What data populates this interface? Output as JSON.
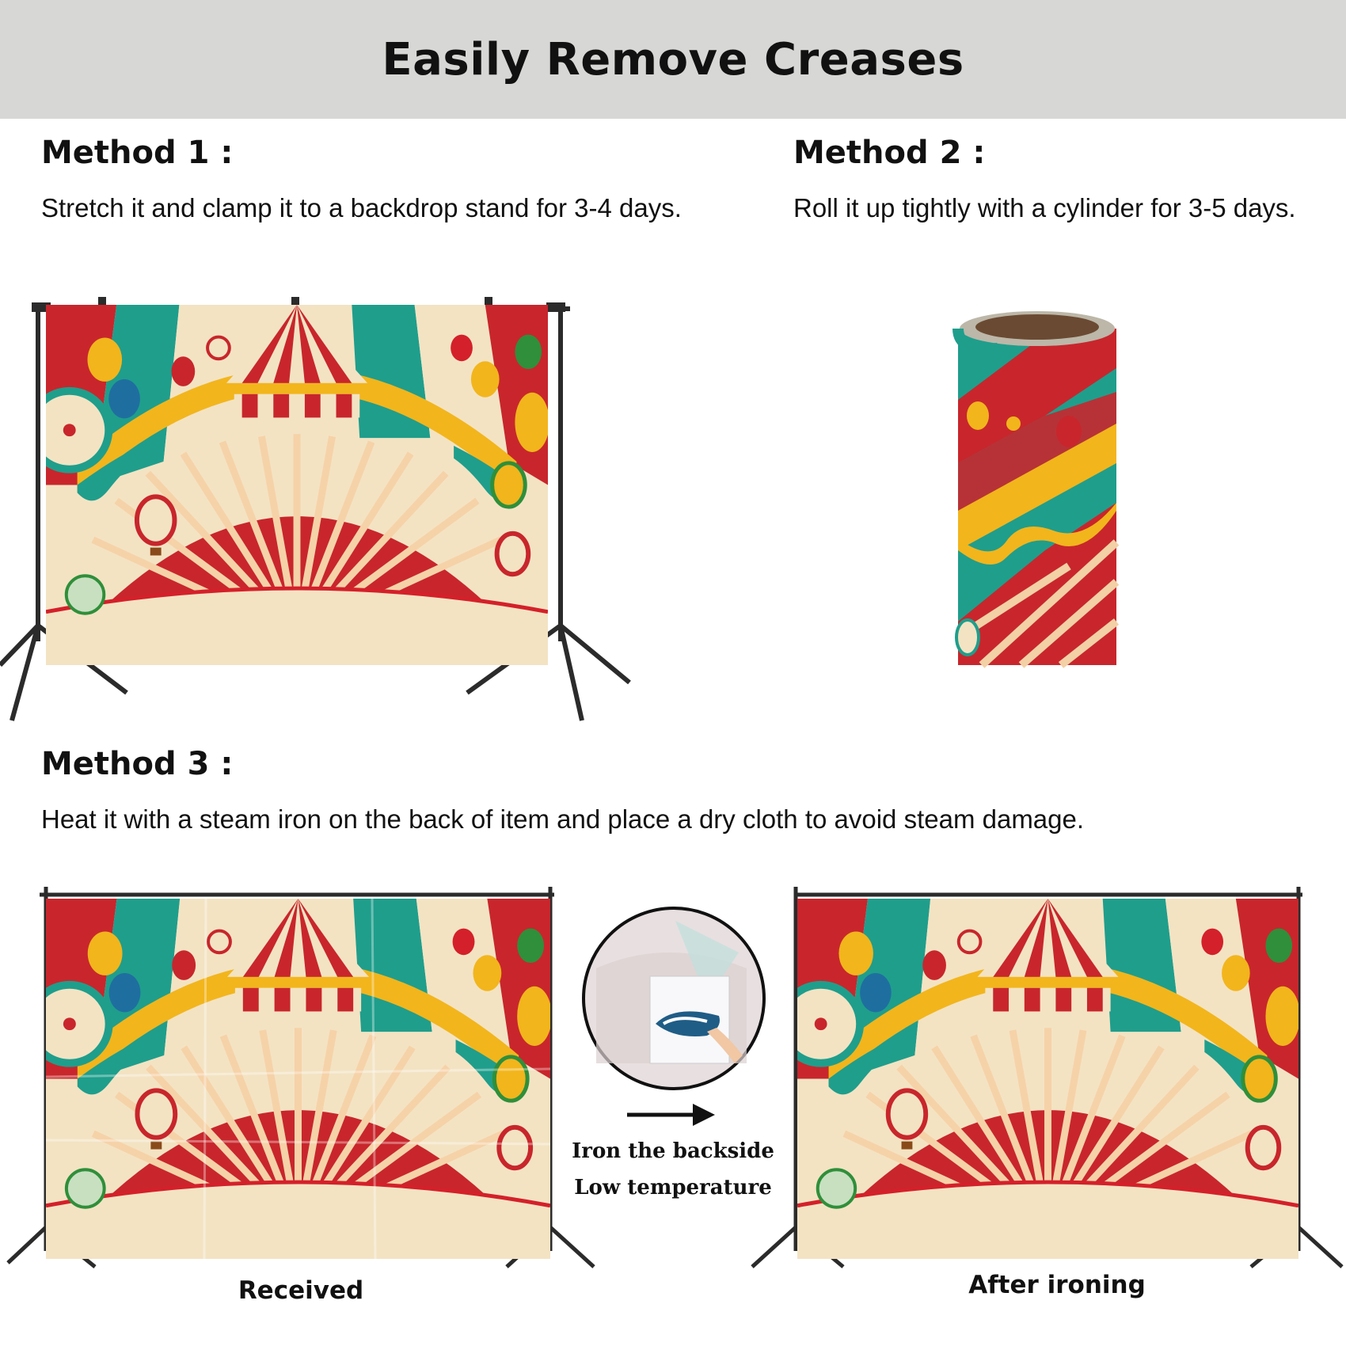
{
  "header": {
    "title": "Easily Remove Creases"
  },
  "methods": [
    {
      "title": "Method 1 :",
      "text": "Stretch it and clamp it to a backdrop stand for 3-4 days."
    },
    {
      "title": "Method 2 :",
      "text": "Roll it up tightly with a cylinder for 3-5 days."
    },
    {
      "title": "Method 3 :",
      "text": "Heat it with a steam iron on the back of item and place a dry cloth to avoid steam damage."
    }
  ],
  "captions": {
    "received": "Received",
    "after": "After ironing",
    "iron_line1": "Iron the backside",
    "iron_line2": "Low temperature"
  },
  "colors": {
    "banner": "#d7d7d5",
    "red": "#c8262c",
    "cream": "#f3e3c3",
    "teal": "#1f9e8c",
    "yellow": "#f2b51c",
    "stand": "#2b2b2b"
  },
  "icons": [
    "backdrop-stand-icon",
    "circus-tent-icon",
    "balloon-icon",
    "hot-air-balloon-icon",
    "ferris-wheel-icon",
    "steam-iron-icon",
    "arrow-right-icon",
    "rolled-backdrop-icon"
  ]
}
